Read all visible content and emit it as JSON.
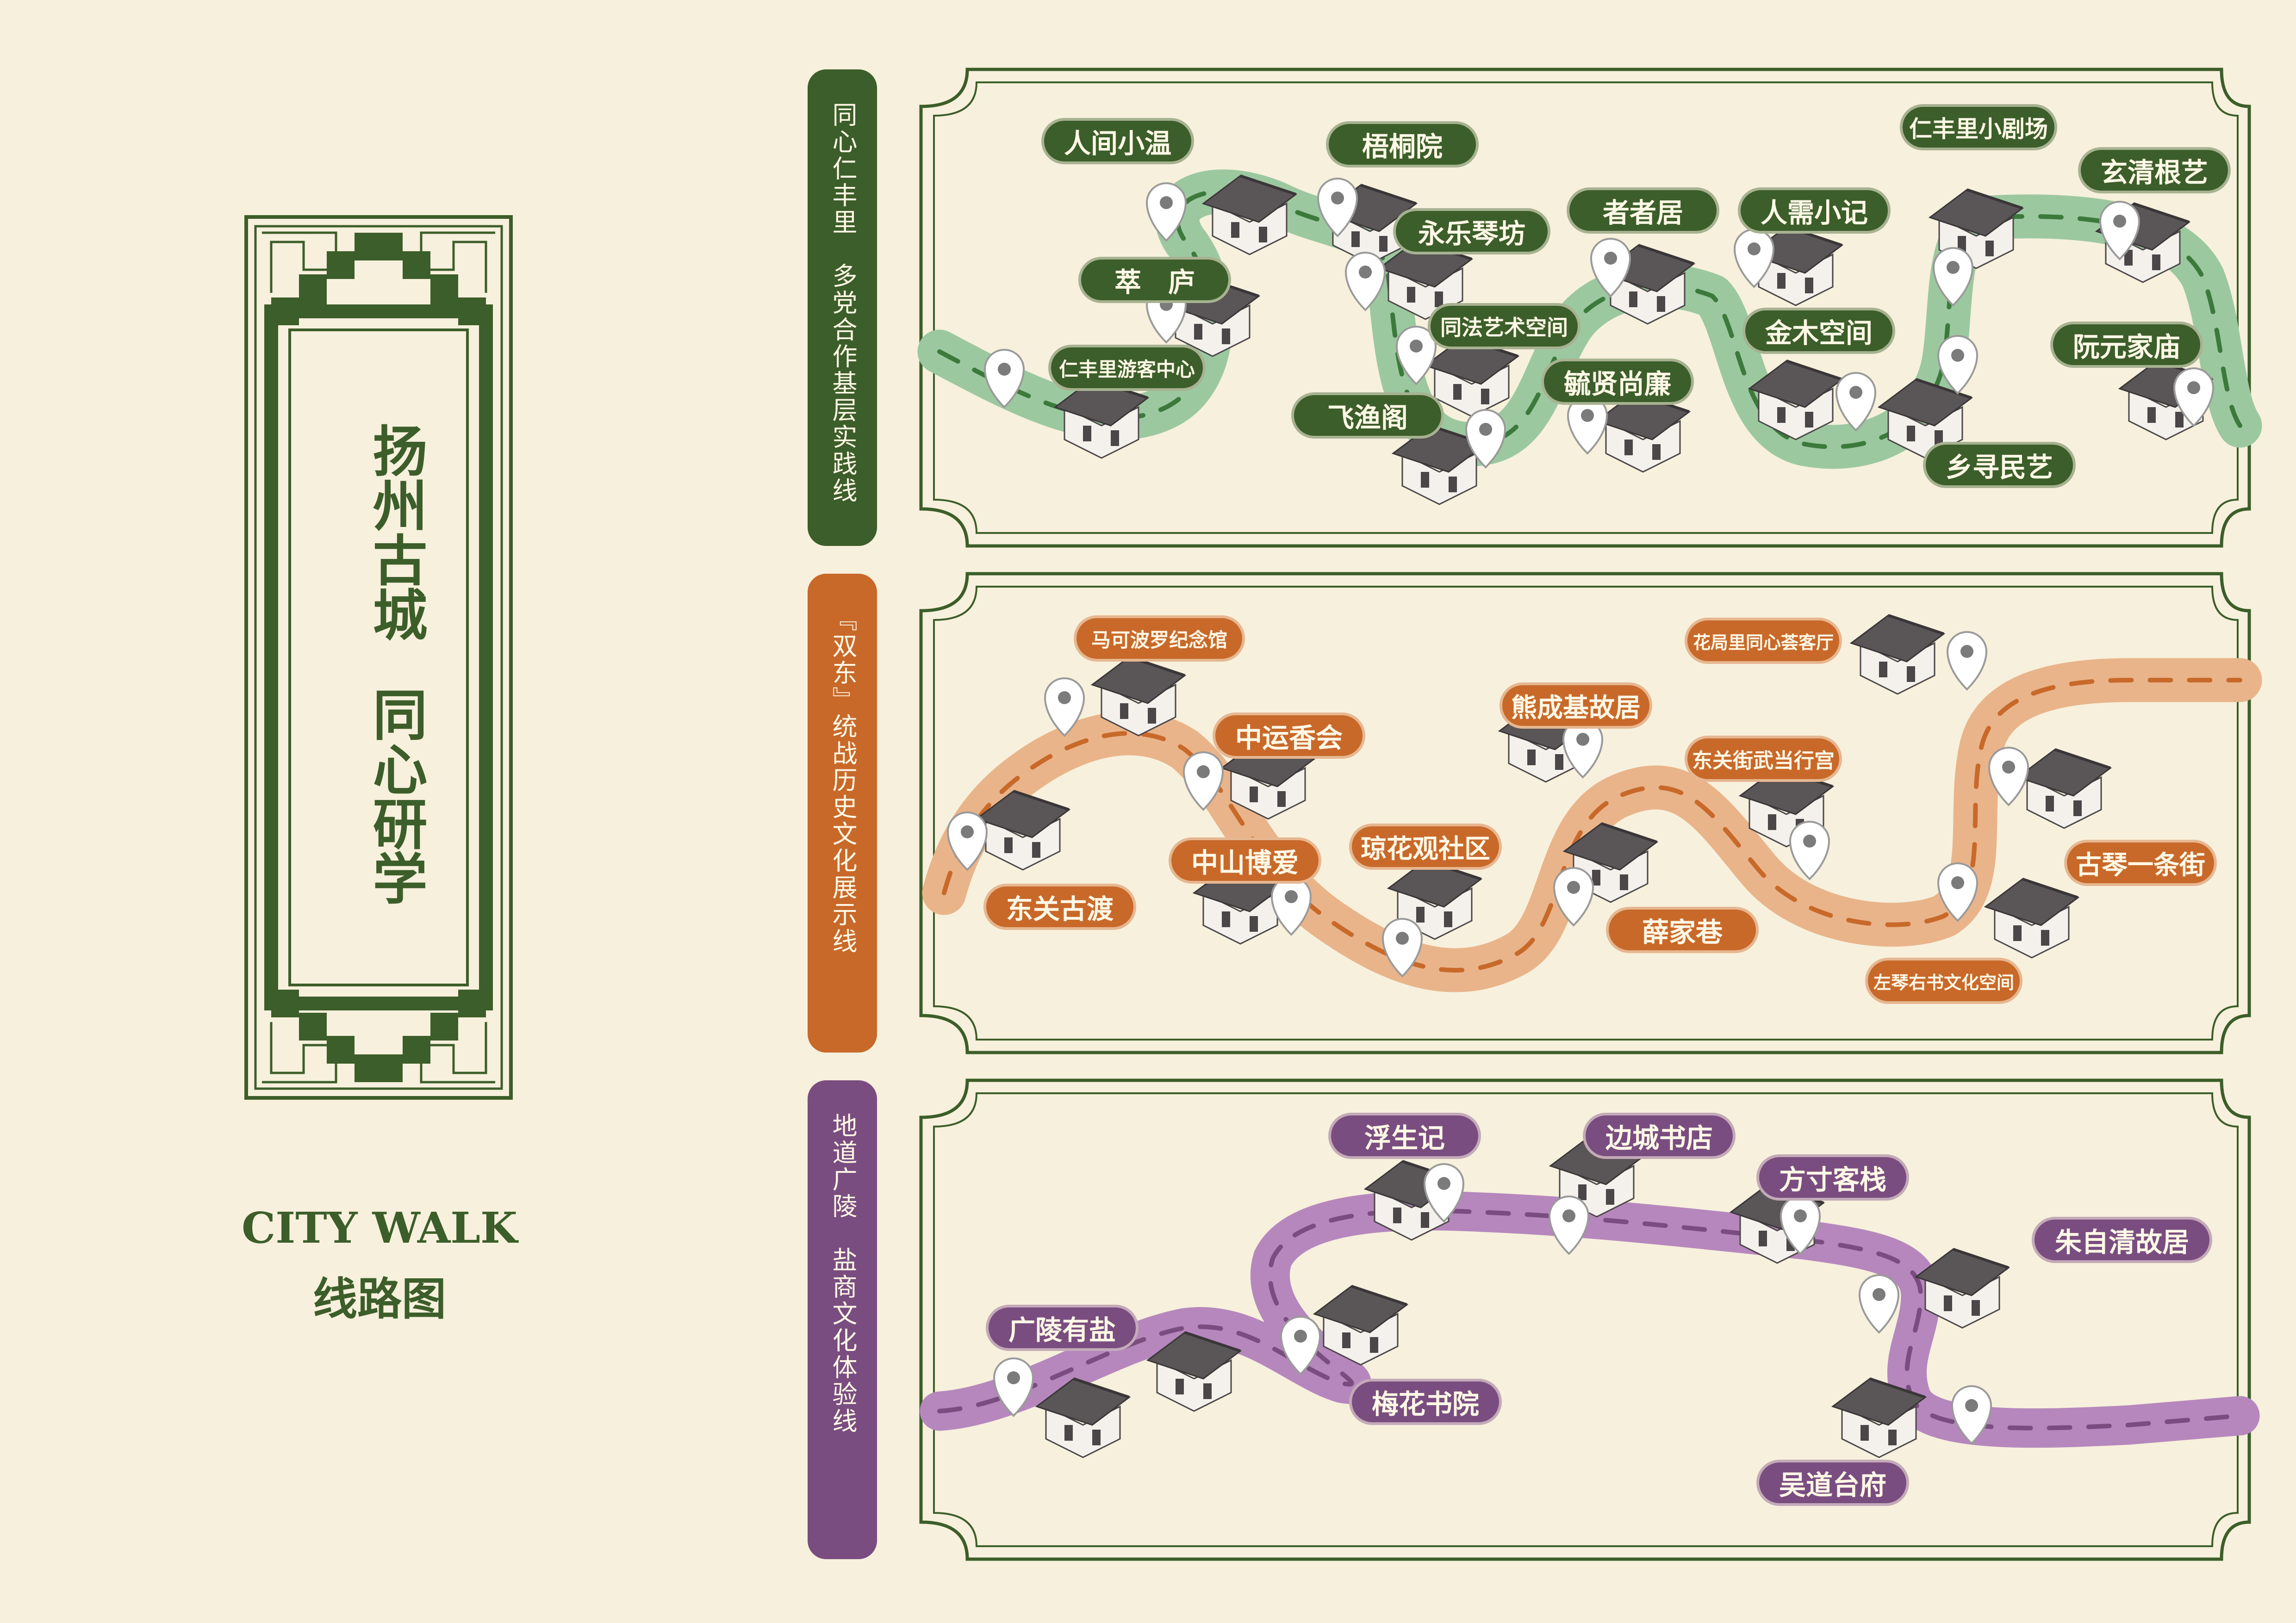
{
  "main": {
    "title_line1": "扬州古城",
    "title_line2": "同心研学",
    "citywalk": "CITY WALK",
    "subtitle": "线路图"
  },
  "colors": {
    "background": "#f7f0dc",
    "green": "#3c5e2a",
    "green_path": "#9cc8a0",
    "orange": "#c8692a",
    "orange_path": "#e9b48a",
    "purple": "#7a4d80",
    "purple_path": "#b687bd",
    "building_roof": "#5a5557",
    "building_wall": "#f4f1ec"
  },
  "routes": [
    {
      "id": "green",
      "name": "同心仁丰里　多党合作基层实践线",
      "color": "#3c5e2a",
      "stops": [
        "人间小温",
        "萃　庐",
        "仁丰里游客中心",
        "梧桐院",
        "永乐琴坊",
        "同法艺术空间",
        "飞渔阁",
        "毓贤尚廉",
        "者者居",
        "人需小记",
        "金木空间",
        "仁丰里小剧场",
        "乡寻民艺",
        "玄清根艺",
        "阮元家庙"
      ]
    },
    {
      "id": "orange",
      "name": "『双东』统战历史文化展示线",
      "color": "#c8692a",
      "stops": [
        "马可波罗纪念馆",
        "中运香会",
        "东关古渡",
        "中山博爱",
        "琼花观社区",
        "熊成基故居",
        "薛家巷",
        "东关街武当行宫",
        "花局里同心荟客厅",
        "古琴一条街",
        "左琴右书文化空间"
      ]
    },
    {
      "id": "purple",
      "name": "地道广陵　盐商文化体验线",
      "color": "#7a4d80",
      "stops": [
        "浮生记",
        "边城书店",
        "方寸客栈",
        "朱自清故居",
        "广陵有盐",
        "梅花书院",
        "吴道台府"
      ]
    }
  ]
}
